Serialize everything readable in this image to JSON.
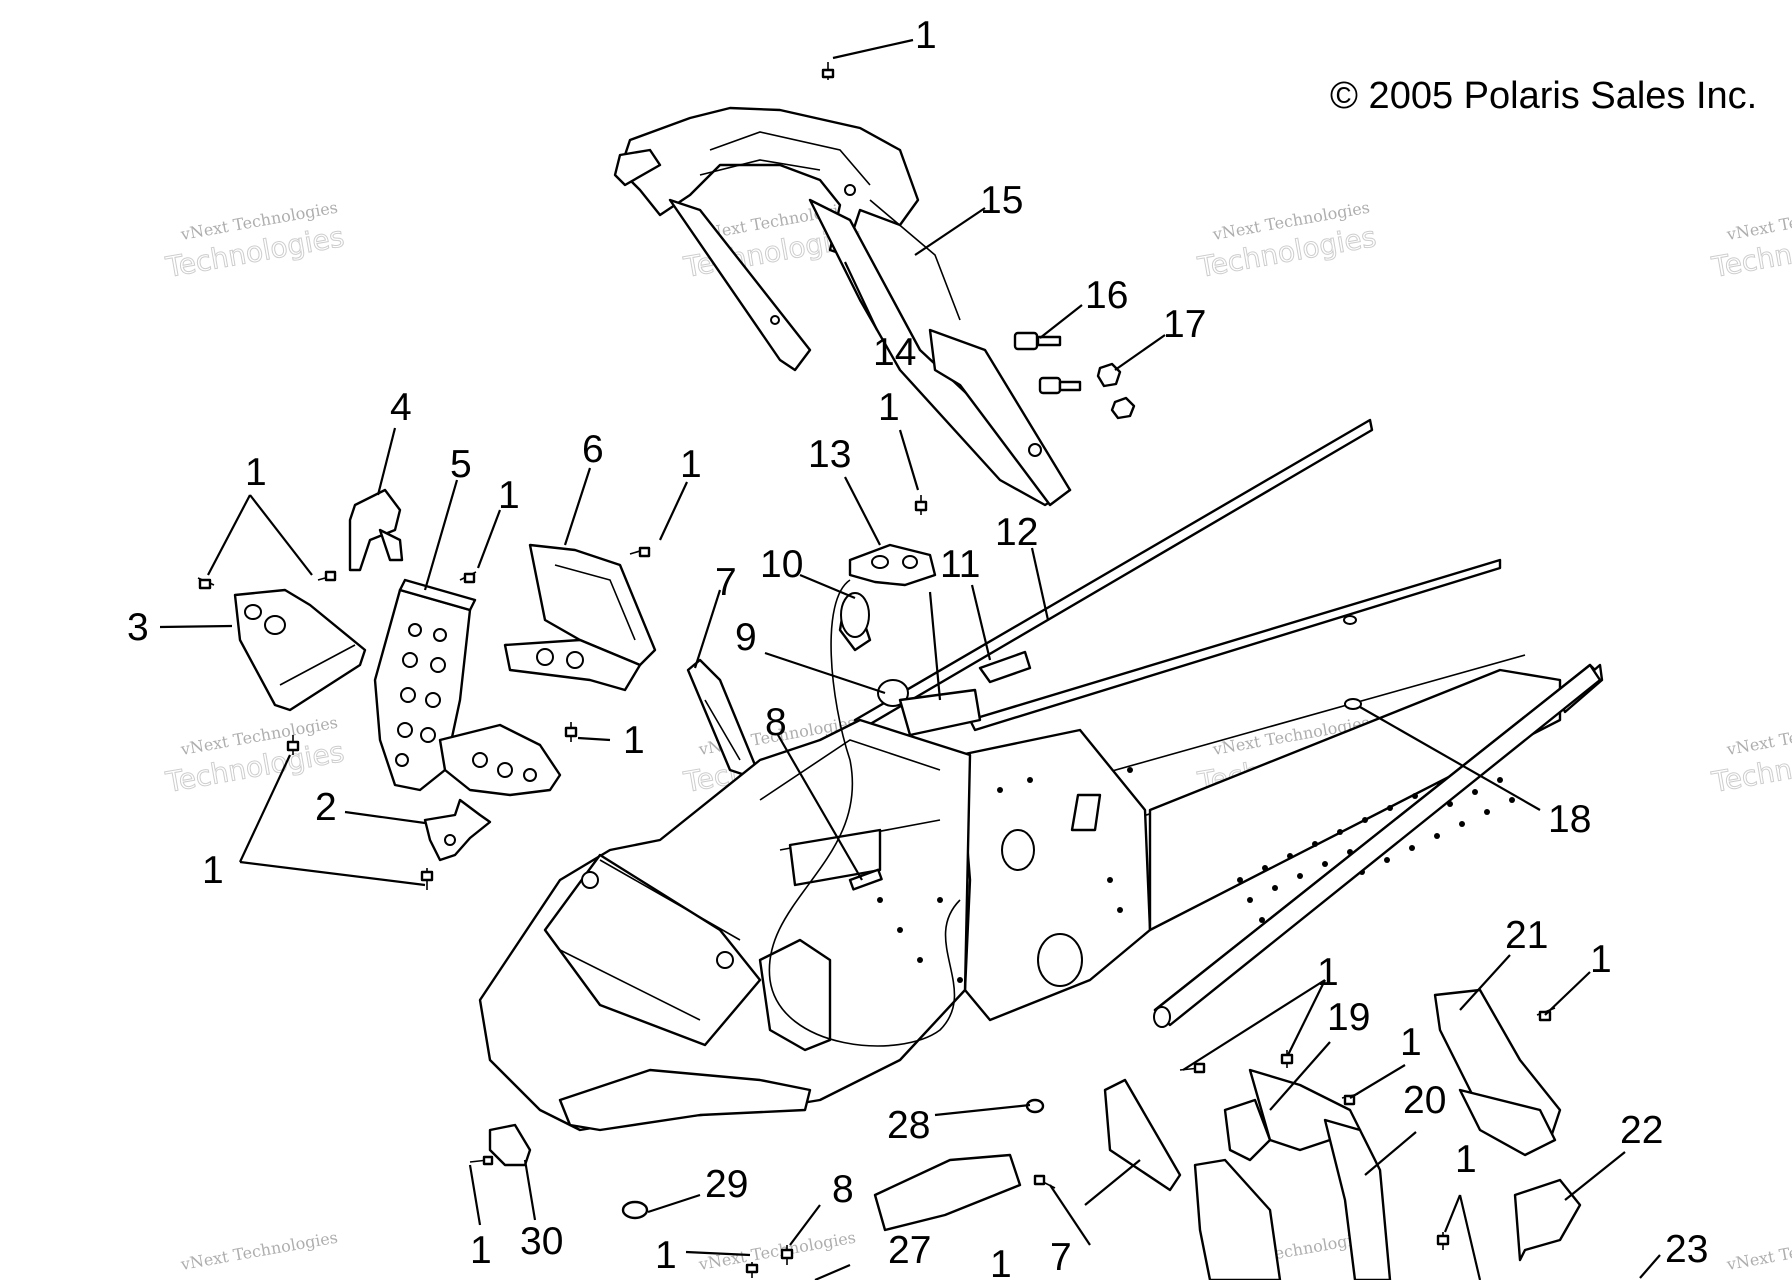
{
  "copyright": "© 2005 Polaris Sales Inc.",
  "watermark": {
    "line1": "vNext Technologies",
    "line2": "Technologies"
  },
  "callouts": [
    {
      "id": "c1a",
      "text": "1"
    },
    {
      "id": "c15",
      "text": "15"
    },
    {
      "id": "c14",
      "text": "14"
    },
    {
      "id": "c16",
      "text": "16"
    },
    {
      "id": "c17",
      "text": "17"
    },
    {
      "id": "c4",
      "text": "4"
    },
    {
      "id": "c5",
      "text": "5"
    },
    {
      "id": "c6",
      "text": "6"
    },
    {
      "id": "c1b",
      "text": "1"
    },
    {
      "id": "c1c",
      "text": "1"
    },
    {
      "id": "c1d",
      "text": "1"
    },
    {
      "id": "c3",
      "text": "3"
    },
    {
      "id": "c13",
      "text": "13"
    },
    {
      "id": "c1e",
      "text": "1"
    },
    {
      "id": "c12",
      "text": "12"
    },
    {
      "id": "c10",
      "text": "10"
    },
    {
      "id": "c11",
      "text": "11"
    },
    {
      "id": "c7a",
      "text": "7"
    },
    {
      "id": "c9",
      "text": "9"
    },
    {
      "id": "c8a",
      "text": "8"
    },
    {
      "id": "c1f",
      "text": "1"
    },
    {
      "id": "c2",
      "text": "2"
    },
    {
      "id": "c1g",
      "text": "1"
    },
    {
      "id": "c18",
      "text": "18"
    },
    {
      "id": "c21",
      "text": "21"
    },
    {
      "id": "c1h",
      "text": "1"
    },
    {
      "id": "c1i",
      "text": "1"
    },
    {
      "id": "c19",
      "text": "19"
    },
    {
      "id": "c1j",
      "text": "1"
    },
    {
      "id": "c20",
      "text": "20"
    },
    {
      "id": "c22",
      "text": "22"
    },
    {
      "id": "c28",
      "text": "28"
    },
    {
      "id": "c29",
      "text": "29"
    },
    {
      "id": "c8b",
      "text": "8"
    },
    {
      "id": "c1k",
      "text": "1"
    },
    {
      "id": "c30",
      "text": "30"
    },
    {
      "id": "c1l",
      "text": "1"
    },
    {
      "id": "c27",
      "text": "27"
    },
    {
      "id": "c1m",
      "text": "1"
    },
    {
      "id": "c7b",
      "text": "7"
    },
    {
      "id": "c1n",
      "text": "1"
    },
    {
      "id": "c23",
      "text": "23"
    }
  ]
}
